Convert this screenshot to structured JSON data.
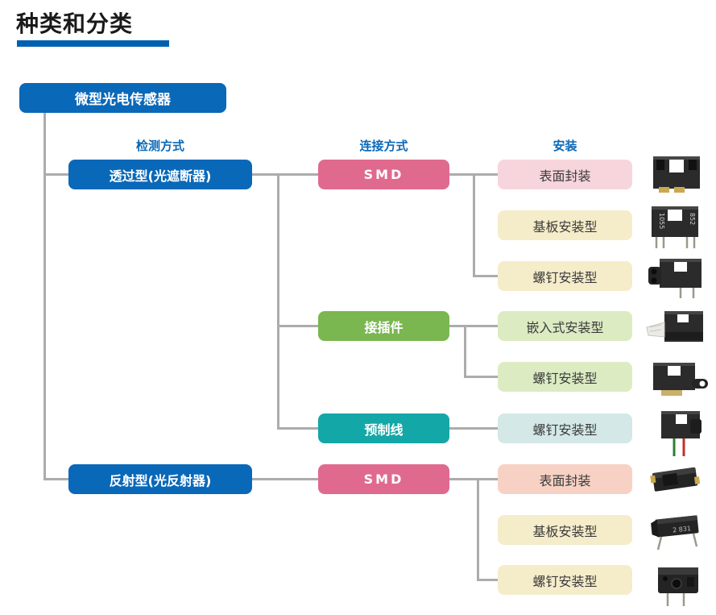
{
  "title": {
    "text": "种类和分类"
  },
  "colors": {
    "accent_blue": "#0a68b8",
    "title_underline": "#0060af",
    "pink": "#e06a8e",
    "green": "#7ab750",
    "teal": "#14a7a7",
    "light_pink": "#f7d5dc",
    "cream": "#f5ecca",
    "light_green": "#dcebc2",
    "light_teal": "#d3e8e7",
    "light_salmon": "#f7d2c4",
    "connector_line": "#acacac"
  },
  "diagram": {
    "root": "微型光电传感器",
    "headers": [
      "检测方式",
      "连接方式",
      "安装"
    ],
    "detection": [
      "透过型(光遮断器)",
      "反射型(光反射器)"
    ],
    "connection": [
      "SMD",
      "接插件",
      "预制线",
      "SMD"
    ],
    "mounting": [
      "表面封装",
      "基板安装型",
      "螺钉安装型",
      "嵌入式安装型",
      "螺钉安装型",
      "螺钉安装型",
      "表面封装",
      "基板安装型",
      "螺钉安装型"
    ]
  },
  "photo_markings": {
    "slot_board_left": "1055",
    "slot_board_right": "852",
    "reflective_board": "2 831"
  }
}
